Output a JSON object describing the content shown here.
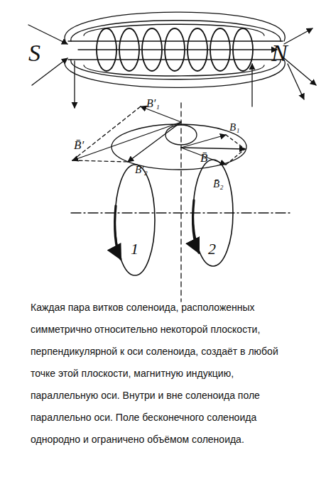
{
  "diagram": {
    "caption": "Каждая пара витков соленоида, расположенных симметрично относительно некоторой плоскости, перпендикулярной к оси соленоида, создаёт в любой точке этой плоскости, магнитную индукцию, параллельную оси. Внутри и вне соленоида поле параллельно оси. Поле бесконечного соленоида однородно и ограничено объёмом соленоида.",
    "labels": [
      "S",
      "N",
      "B̄′",
      "B′₁",
      "B′₂",
      "B₁",
      "B̄",
      "B̄₂",
      "1",
      "2"
    ]
  }
}
